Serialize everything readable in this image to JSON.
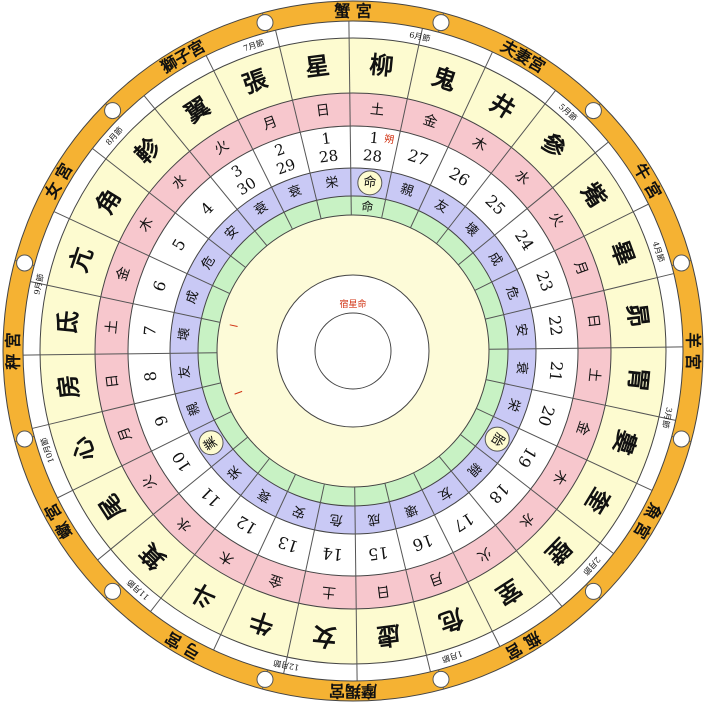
{
  "palaces": [
    "獅子宮",
    "蟹 宮",
    "夫妻宮",
    "牛 宮",
    "羊 宮",
    "魚 宮",
    "瓶 宮",
    "摩羯宮",
    "弓 宮",
    "蠍 宮",
    "秤 宮",
    "女 宮"
  ],
  "mansions": [
    "張",
    "星",
    "柳",
    "鬼",
    "井",
    "參",
    "觜",
    "畢",
    "昴",
    "胃",
    "婁",
    "奎",
    "壁",
    "室",
    "危",
    "虚",
    "女",
    "牛",
    "斗",
    "箕",
    "尾",
    "心",
    "房",
    "氐",
    "亢",
    "角",
    "軫",
    "翼"
  ],
  "months": [
    "7月節",
    "6月節",
    "5月節",
    "4月節",
    "3月節",
    "2月節",
    "1月節",
    "12月節",
    "11月節",
    "10月節",
    "9月節",
    "8月節"
  ],
  "weekdays": [
    "月",
    "日",
    "土",
    "金",
    "木",
    "水",
    "火",
    "月",
    "日",
    "土",
    "金",
    "木",
    "水",
    "火",
    "月",
    "日",
    "土",
    "金",
    "木",
    "水",
    "火",
    "月",
    "日",
    "土",
    "金",
    "木",
    "水",
    "火"
  ],
  "days": [
    "2\n29",
    "1\n28",
    "",
    "27",
    "26",
    "25",
    "24",
    "23",
    "22",
    "21",
    "20",
    "19",
    "18",
    "17",
    "16",
    "15",
    "14",
    "13",
    "12",
    "11",
    "10",
    "9",
    "8",
    "7",
    "6",
    "5",
    "4",
    "3\n30"
  ],
  "day_special": "1",
  "day_special_suffix": "朔",
  "relations": [
    "衰",
    "栄",
    "命",
    "親",
    "友",
    "壊",
    "成",
    "危",
    "安",
    "衰",
    "栄",
    "胎",
    "親",
    "友",
    "壊",
    "成",
    "危",
    "安",
    "衰",
    "栄",
    "業",
    "親",
    "友",
    "壊",
    "成",
    "危",
    "安",
    "衰"
  ],
  "rel_highlights": {
    "命": "命",
    "胎": "胎",
    "業": "業"
  },
  "green_label": "命",
  "center_label": "宿星命",
  "colors": {
    "outer_ring": "#f5b233",
    "mansion_band": "#fdfbd0",
    "weekday_band": "#f7c7cd",
    "day_band": "#ffffff",
    "relation_band": "#c9c9f5",
    "green_band": "#c8f2c4",
    "center_fill": "#fdfbd8",
    "accent_red": "#d03010"
  }
}
